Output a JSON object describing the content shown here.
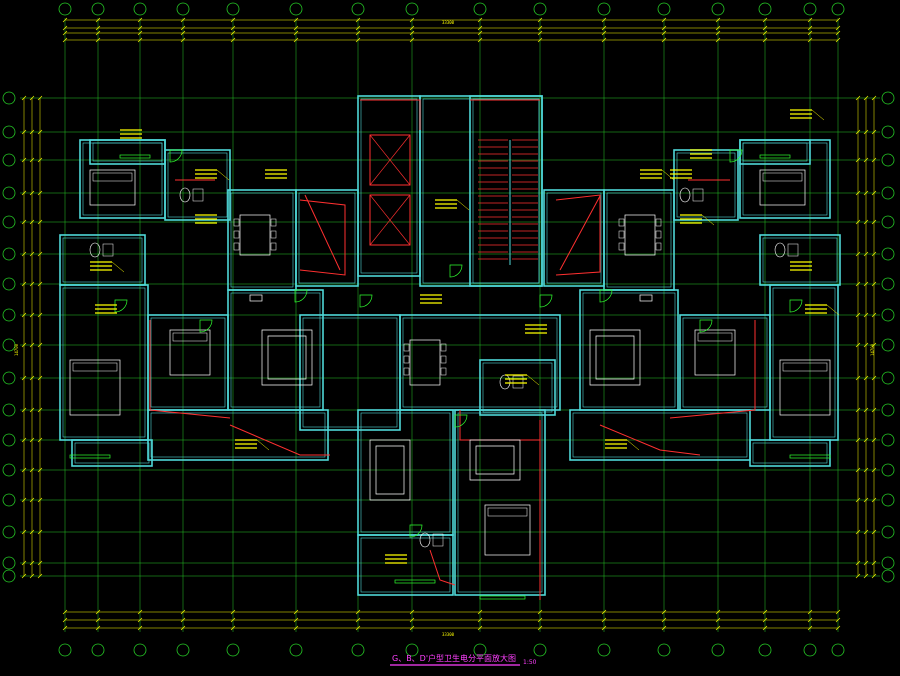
{
  "drawing": {
    "title": "G、B、D'户型卫生电分平面放大图",
    "scale": "1:50"
  },
  "dimensions": {
    "top_overall": "33300",
    "bottom_overall": "33300",
    "left_overall": "14700",
    "right_overall": "14700"
  },
  "colors": {
    "background": "#000000",
    "wall": "#4fd8d8",
    "axis_line": "#26c926",
    "dimension": "#ffff00",
    "electrical": "#ff3030",
    "furniture": "#ffffff",
    "title": "#ff40ff",
    "door": "#30ff30"
  }
}
